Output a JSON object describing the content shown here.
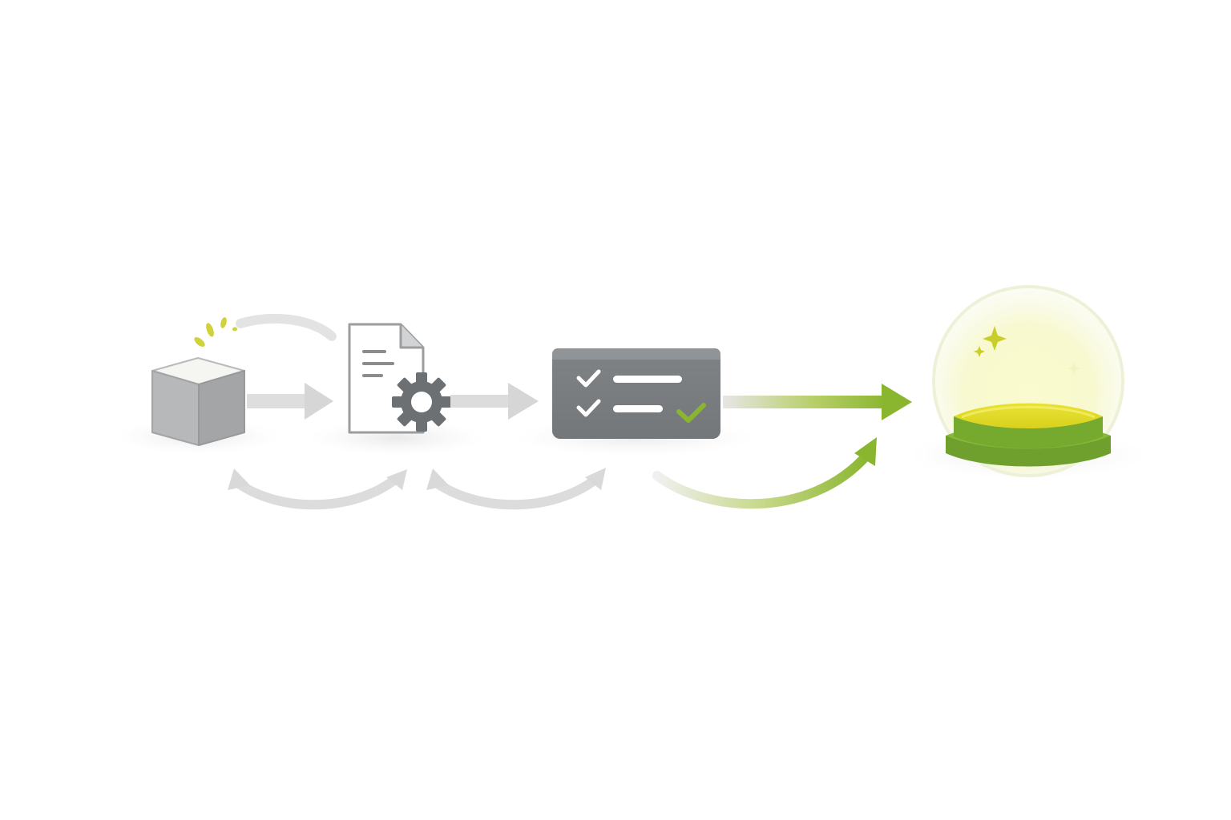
{
  "diagram": {
    "type": "process-flow",
    "stages": [
      {
        "id": "raw-material",
        "icon": "cube-icon"
      },
      {
        "id": "processing",
        "icon": "document-gear-icon"
      },
      {
        "id": "validation",
        "icon": "checklist-panel-icon"
      },
      {
        "id": "result",
        "icon": "glowing-platform-icon"
      }
    ],
    "connections": [
      {
        "from": "raw-material",
        "to": "processing",
        "style": "straight-arrow"
      },
      {
        "from": "processing",
        "to": "validation",
        "style": "straight-arrow"
      },
      {
        "from": "validation",
        "to": "result",
        "style": "straight-arrow",
        "highlight": true
      },
      {
        "from": "processing",
        "to": "raw-material",
        "style": "curved-feedback"
      },
      {
        "from": "validation",
        "to": "processing",
        "style": "curved-feedback"
      },
      {
        "from": "validation",
        "to": "result",
        "style": "curved-arrow",
        "highlight": true
      },
      {
        "from": "raw-material",
        "to": "processing",
        "style": "curved-top"
      }
    ],
    "checklist": {
      "items": 2,
      "checked": 2
    }
  },
  "colors": {
    "accent": "#8ab62f",
    "accent_bright": "#e4dc2a",
    "platform_green": "#6f9f2c",
    "neutral": "#d9d9d9",
    "panel": "#7a7d80",
    "gear": "#6c7073",
    "cube_side": "#a9abad",
    "shadow": "#eeeeee"
  }
}
